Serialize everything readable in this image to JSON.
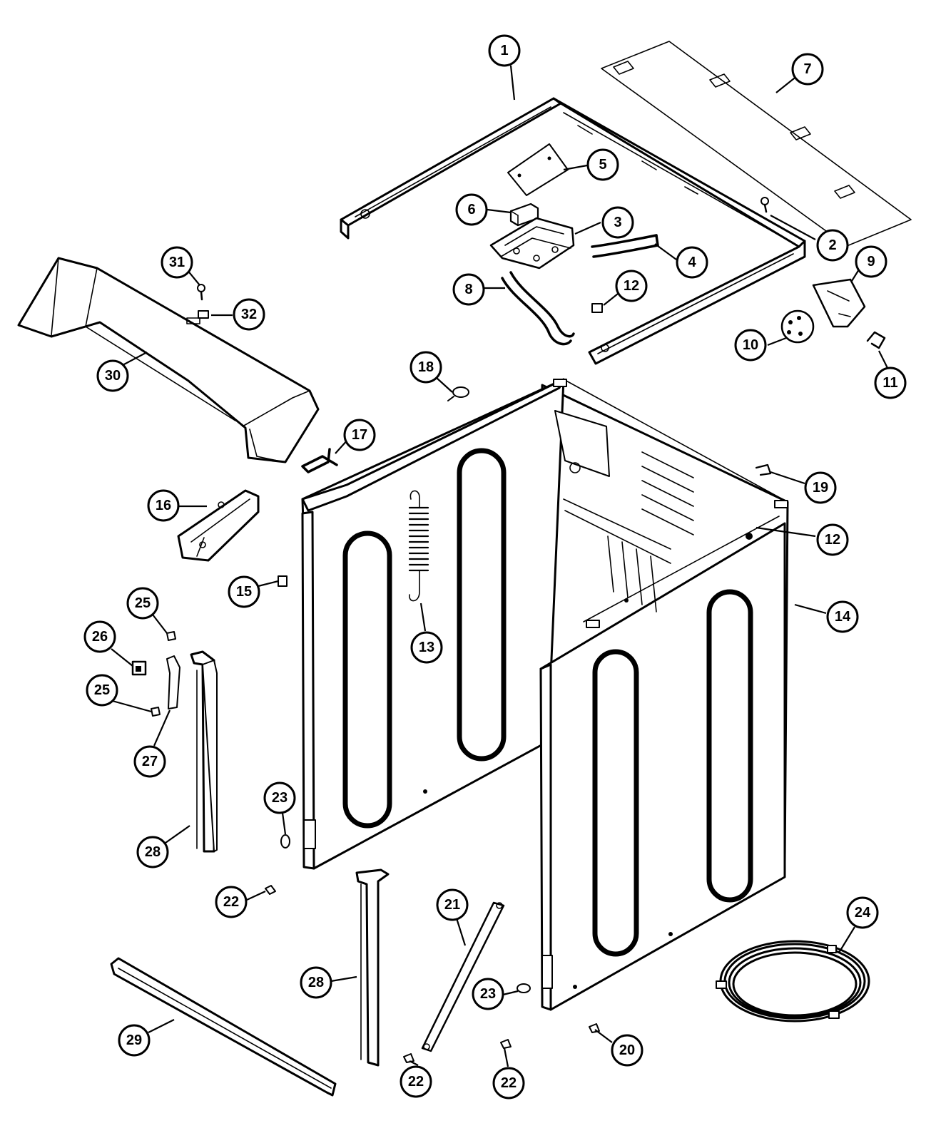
{
  "callouts": [
    {
      "id": "c1",
      "label": "1"
    },
    {
      "id": "c2",
      "label": "2"
    },
    {
      "id": "c3",
      "label": "3"
    },
    {
      "id": "c4",
      "label": "4"
    },
    {
      "id": "c5",
      "label": "5"
    },
    {
      "id": "c6",
      "label": "6"
    },
    {
      "id": "c7",
      "label": "7"
    },
    {
      "id": "c8",
      "label": "8"
    },
    {
      "id": "c9",
      "label": "9"
    },
    {
      "id": "c10",
      "label": "10"
    },
    {
      "id": "c11",
      "label": "11"
    },
    {
      "id": "c12a",
      "label": "12"
    },
    {
      "id": "c12b",
      "label": "12"
    },
    {
      "id": "c13",
      "label": "13"
    },
    {
      "id": "c14",
      "label": "14"
    },
    {
      "id": "c15",
      "label": "15"
    },
    {
      "id": "c16",
      "label": "16"
    },
    {
      "id": "c17",
      "label": "17"
    },
    {
      "id": "c18",
      "label": "18"
    },
    {
      "id": "c19",
      "label": "19"
    },
    {
      "id": "c20",
      "label": "20"
    },
    {
      "id": "c21",
      "label": "21"
    },
    {
      "id": "c22a",
      "label": "22"
    },
    {
      "id": "c22b",
      "label": "22"
    },
    {
      "id": "c22c",
      "label": "22"
    },
    {
      "id": "c23a",
      "label": "23"
    },
    {
      "id": "c23b",
      "label": "23"
    },
    {
      "id": "c24",
      "label": "24"
    },
    {
      "id": "c25a",
      "label": "25"
    },
    {
      "id": "c25b",
      "label": "25"
    },
    {
      "id": "c26",
      "label": "26"
    },
    {
      "id": "c27",
      "label": "27"
    },
    {
      "id": "c28a",
      "label": "28"
    },
    {
      "id": "c28b",
      "label": "28"
    },
    {
      "id": "c29",
      "label": "29"
    },
    {
      "id": "c30",
      "label": "30"
    },
    {
      "id": "c31",
      "label": "31"
    },
    {
      "id": "c32",
      "label": "32"
    }
  ]
}
